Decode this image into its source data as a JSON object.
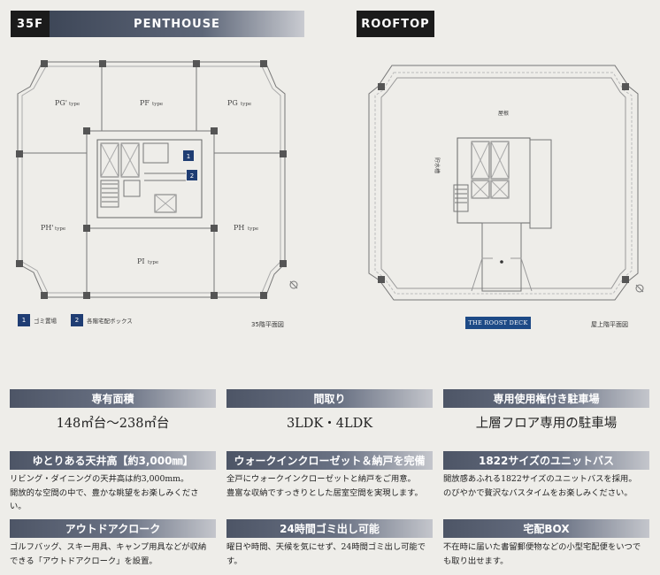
{
  "penthouse": {
    "floor_tag": "35F",
    "title": "PENTHOUSE",
    "rooms": {
      "pg_prime": "PG'",
      "pf": "PF",
      "pg": "PG",
      "ph_prime": "PH'",
      "ph": "PH",
      "pi": "PI",
      "type_suffix": "type"
    },
    "legend": [
      {
        "num": "1",
        "label": "ゴミ置場"
      },
      {
        "num": "2",
        "label": "各階宅配ボックス"
      }
    ],
    "plan_caption": "35階平面図"
  },
  "rooftop": {
    "title": "ROOFTOP",
    "roof_label": "屋根",
    "side_label": "貯水槽",
    "deck_label": "THE ROOST DECK",
    "plan_caption": "屋上階平面図"
  },
  "specs": [
    {
      "title": "専有面積",
      "value": "148㎡台〜238㎡台"
    },
    {
      "title": "間取り",
      "value": "3LDK・4LDK"
    },
    {
      "title": "専用使用権付き駐車場",
      "value": "上層フロア専用の駐車場"
    },
    {
      "title": "ゆとりある天井高【約3,000㎜】",
      "lines": [
        "リビング・ダイニングの天井高は約3,000mm。",
        "開放的な空間の中で、豊かな眺望をお楽しみくださ",
        "い。"
      ]
    },
    {
      "title": "ウォークインクローゼット＆納戸を完備",
      "lines": [
        "全戸にウォークインクローゼットと納戸をご用意。",
        "豊富な収納ですっきりとした居室空間を実現します。"
      ]
    },
    {
      "title": "1822サイズのユニットバス",
      "lines": [
        "開放感あふれる1822サイズのユニットバスを採用。",
        "のびやかで贅沢なバスタイムをお楽しみください。"
      ]
    },
    {
      "title": "アウトドアクローク",
      "lines": [
        "ゴルフバッグ、スキー用具、キャンプ用具などが収納",
        "できる「アウトドアクローク」を設置。"
      ]
    },
    {
      "title": "24時間ゴミ出し可能",
      "lines": [
        "曜日や時間、天候を気にせず、24時間ゴミ出し可能で",
        "す。"
      ]
    },
    {
      "title": "宅配BOX",
      "lines": [
        "不在時に届いた書留郵便物などの小型宅配便をいつで",
        "も取り出せます。"
      ]
    }
  ]
}
